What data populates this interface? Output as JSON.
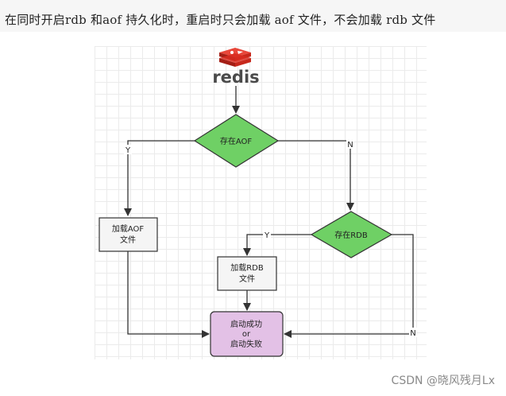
{
  "caption": "在同时开启rdb 和aof 持久化时，重启时只会加载 aof 文件，不会加载 rdb 文件",
  "logo": {
    "text": "redis",
    "color": "#d82c20",
    "text_color": "#4a4a4a"
  },
  "nodes": {
    "decision_aof": "存在AOF",
    "decision_rdb": "存在RDB",
    "load_aof": [
      "加载AOF",
      "文件"
    ],
    "load_rdb": [
      "加载RDB",
      "文件"
    ],
    "result": [
      "启动成功",
      "or",
      "启动失败"
    ]
  },
  "edge_labels": {
    "aof_yes": "Y",
    "aof_no": "N",
    "rdb_yes": "Y",
    "rdb_no": "N"
  },
  "colors": {
    "decision_fill": "#6fd065",
    "process_fill": "#f5f5f5",
    "result_fill": "#e3c1e6",
    "line": "#333333"
  },
  "watermark": "CSDN @晓风残月Lx"
}
